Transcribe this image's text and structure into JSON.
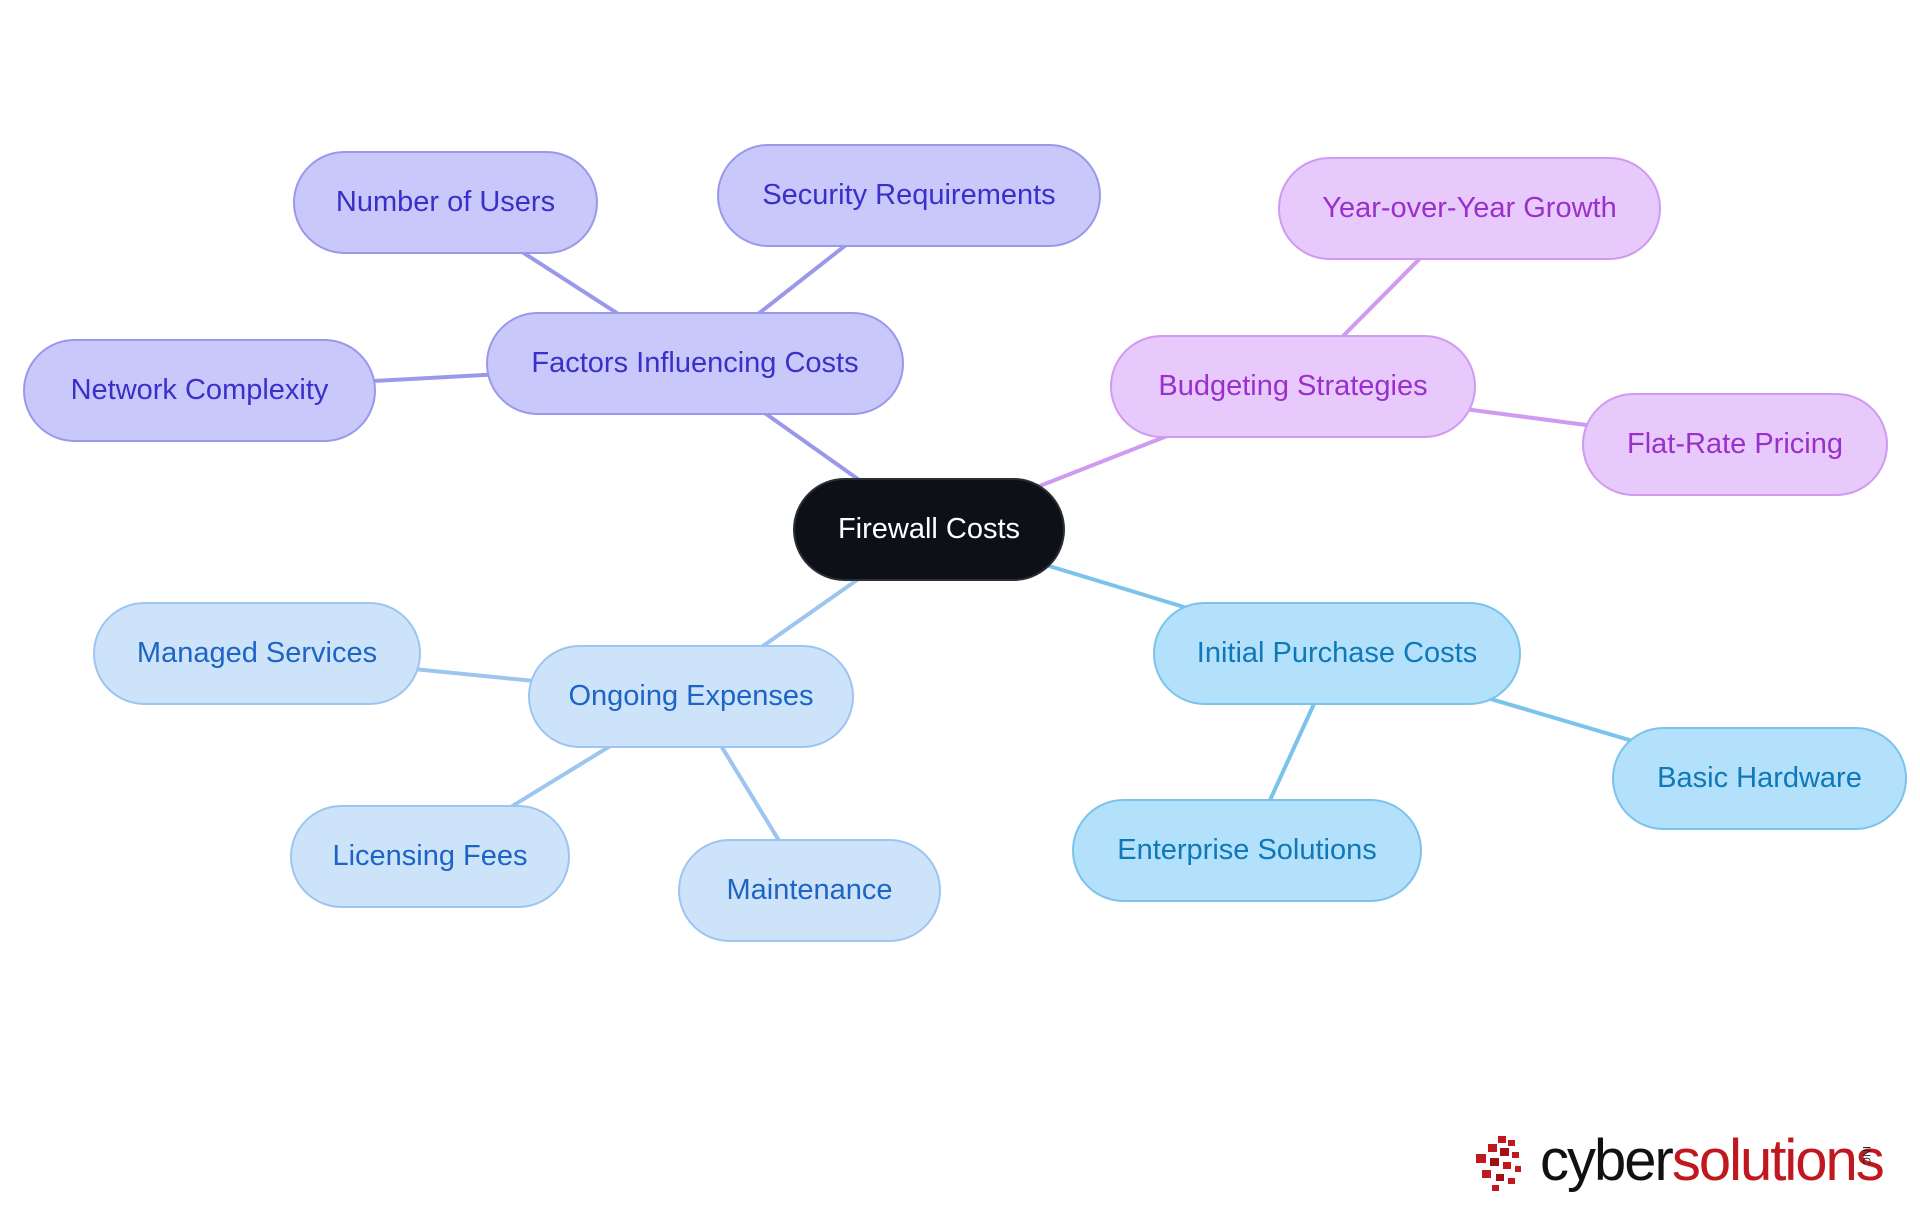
{
  "diagram": {
    "center": {
      "label": "Firewall Costs"
    },
    "branches": [
      {
        "id": "factors",
        "label": "Factors Influencing Costs",
        "color": "#9a98ea",
        "children": [
          "Number of Users",
          "Security Requirements",
          "Network Complexity"
        ]
      },
      {
        "id": "budget",
        "label": "Budgeting Strategies",
        "color": "#cf9af0",
        "children": [
          "Year-over-Year Growth",
          "Flat-Rate Pricing"
        ]
      },
      {
        "id": "initial",
        "label": "Initial Purchase Costs",
        "color": "#7cc3ec",
        "children": [
          "Basic Hardware",
          "Enterprise Solutions"
        ]
      },
      {
        "id": "ongoing",
        "label": "Ongoing Expenses",
        "color": "#9cc5ef",
        "children": [
          "Managed Services",
          "Licensing Fees",
          "Maintenance"
        ]
      }
    ]
  },
  "logo": {
    "text_cyber": "cyber",
    "text_solutions": "solutions",
    "text_inc": "INC",
    "brand_color": "#c0181e"
  }
}
